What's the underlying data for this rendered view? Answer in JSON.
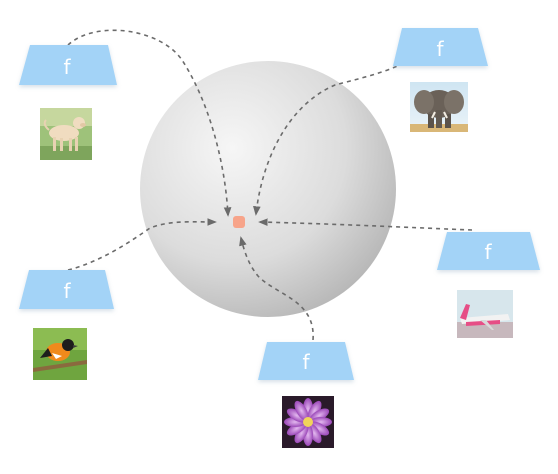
{
  "diagram": {
    "colors": {
      "background": "#ffffff",
      "encoder_fill": "#a3d3f7",
      "encoder_text": "#ffffff",
      "connector": "#6b6b6b",
      "center_point": "#f7a48a",
      "sphere_light": "#f4f4f4",
      "sphere_dark": "#b6b6b6"
    },
    "encoders": [
      {
        "label": "f",
        "image": "dog"
      },
      {
        "label": "f",
        "image": "elephant"
      },
      {
        "label": "f",
        "image": "bird"
      },
      {
        "label": "f",
        "image": "airplane"
      },
      {
        "label": "f",
        "image": "flower"
      }
    ],
    "center": {
      "icon": "embedding-point-icon"
    },
    "connectors": {
      "style": "dashed",
      "arrowhead": "arrow-icon"
    }
  }
}
